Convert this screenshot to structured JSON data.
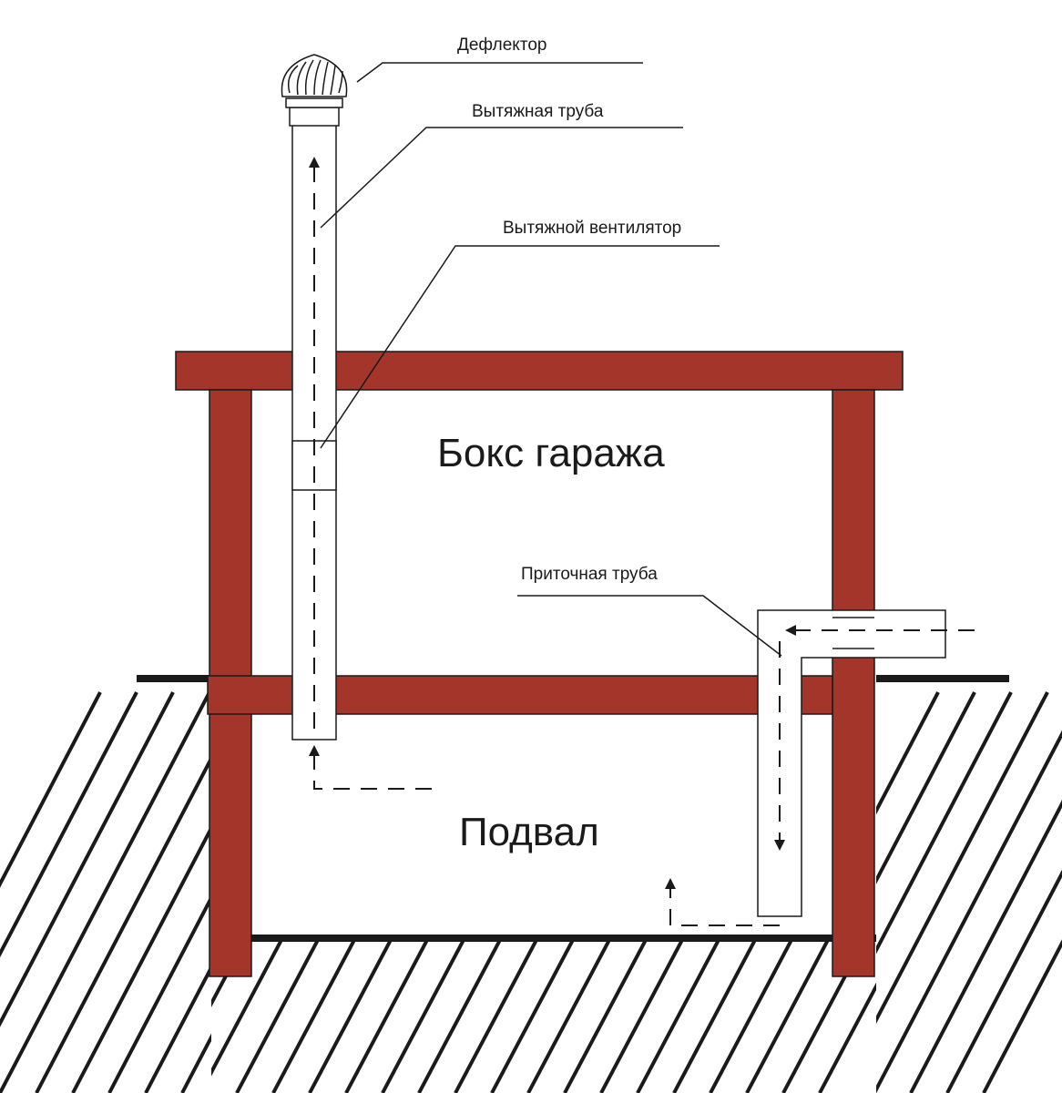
{
  "labels": {
    "deflector": "Дефлектор",
    "exhaust_pipe": "Вытяжная труба",
    "exhaust_fan": "Вытяжной вентилятор",
    "supply_pipe": "Приточная труба",
    "garage_box": "Бокс гаража",
    "basement": "Подвал"
  },
  "colors": {
    "structure": "#a3352a",
    "line": "#1a1a1a",
    "pipe_fill": "#ffffff"
  }
}
